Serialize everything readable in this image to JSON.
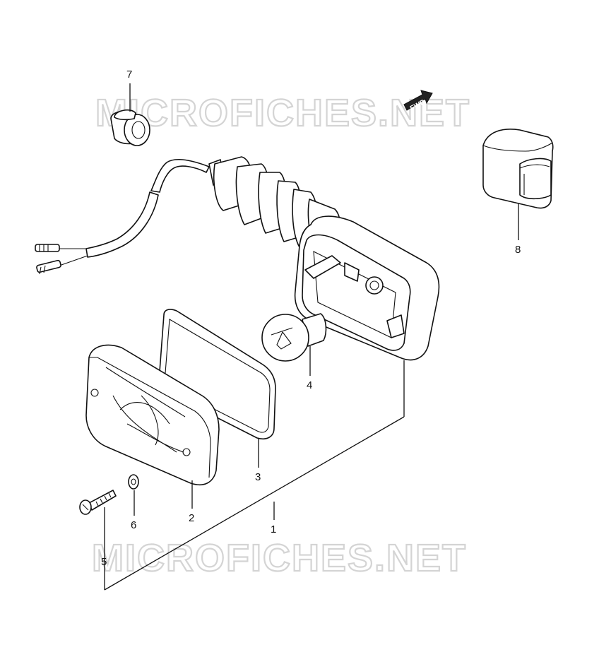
{
  "watermark": {
    "top": "MICROFICHES.NET",
    "bottom": "MICROFICHES.NET"
  },
  "direction_indicator": {
    "label": "FWD"
  },
  "callouts": [
    {
      "id": "1",
      "label": "1"
    },
    {
      "id": "2",
      "label": "2"
    },
    {
      "id": "3",
      "label": "3"
    },
    {
      "id": "4",
      "label": "4"
    },
    {
      "id": "5",
      "label": "5"
    },
    {
      "id": "6",
      "label": "6"
    },
    {
      "id": "7",
      "label": "7"
    },
    {
      "id": "8",
      "label": "8"
    }
  ]
}
